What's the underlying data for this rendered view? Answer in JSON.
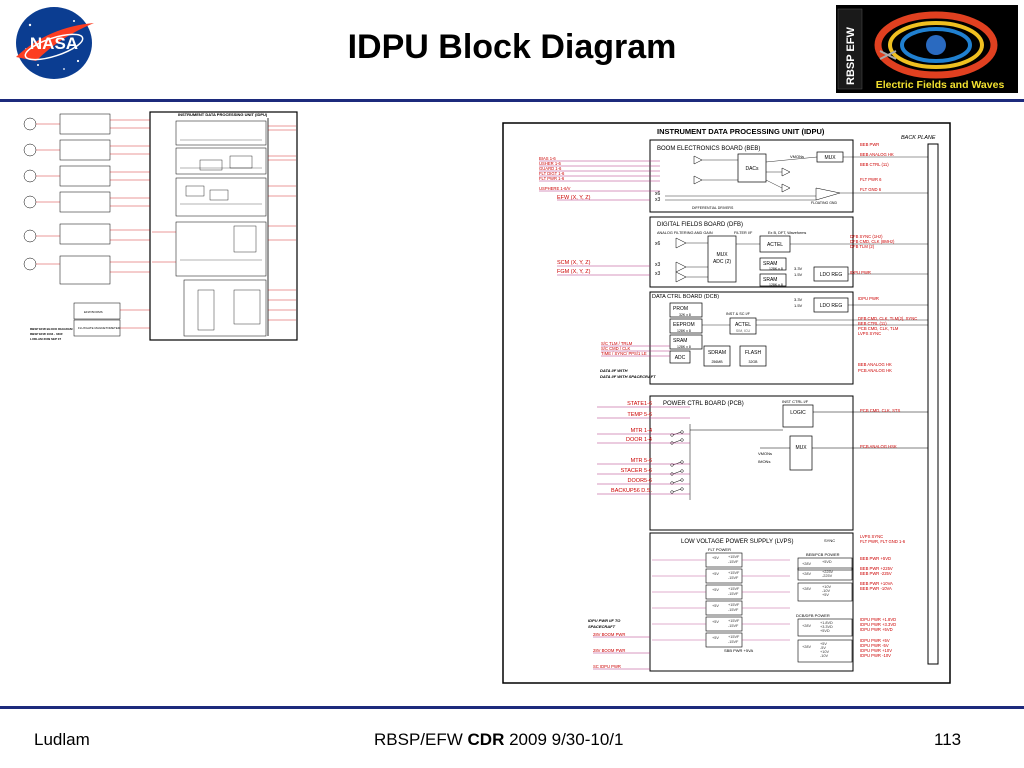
{
  "slide": {
    "title": "IDPU Block Diagram",
    "footer_left": "Ludlam",
    "footer_center_prefix": "RBSP/EFW ",
    "footer_center_bold": "CDR",
    "footer_center_suffix": " 2009 9/30-10/1",
    "page_number": "113"
  },
  "logos": {
    "nasa_text": "NASA",
    "efw_vertical": "RBSP EFW",
    "efw_caption": "Electric Fields and Waves"
  },
  "colors": {
    "rule": "#1c2a7c",
    "signal": "#cc0000",
    "wire": "#b03080",
    "nasa_blue": "#0b3d91",
    "nasa_red": "#fc3d21"
  },
  "diagram": {
    "title": "INSTRUMENT DATA PROCESSING UNIT (IDPU)",
    "back_plane": "BACK PLANE",
    "beb": {
      "title": "BOOM ELECTRONICS BOARD (BEB)",
      "inputs": [
        "BIAS 1-6",
        "USHER 1-6",
        "GUARD 1-6",
        "FLT DIGT 1-6",
        "FLT PWR 1-6",
        "USPHERE 1-6/V"
      ],
      "efw_label": "EFW (X, Y, Z)",
      "dacs": "DACs",
      "mux": "MUX",
      "vmon": "VMONs",
      "x6": "x6",
      "x3": "x3",
      "differential": "DIFFERENTIAL DRIVERS",
      "floating": "FLOATING GND",
      "outputs": [
        "BEB PWR",
        "BEB ANALOG HK",
        "BEB CTRL (11)",
        "FLT PWR 6",
        "FLT GND 6"
      ]
    },
    "dfb": {
      "title": "DIGITAL FIELDS BOARD (DFB)",
      "sub1": "ANALOG FILTERING AND GAIN",
      "sub2": "FILTER I/F",
      "sub3": "Ex B, DFT, Waveforms",
      "mux": "MUX",
      "adc": "ADC (2)",
      "actel": "ACTEL",
      "sram": "SRAM",
      "sram_size": "128K x 8",
      "ldo": "LDO REG",
      "v33": "3.3V",
      "v15": "1.5V",
      "x6": "x6",
      "x3a": "x3",
      "x3b": "x3",
      "scm": "SCM (X, Y, Z)",
      "fgm": "FGM (X, Y, Z)",
      "outputs": [
        "DFB SYNC (1Hz)",
        "DFB CMD, CLK (8MHz)",
        "DFB TLM (2)",
        "IDPU PWR"
      ]
    },
    "dcb": {
      "title": "DATA CTRL BOARD (DCB)",
      "prom": "PROM",
      "prom_size": "32K x 8",
      "eeprom": "EEPROM",
      "eeprom_size": "128K x 8",
      "sram": "SRAM",
      "sram_size": "128K x 8",
      "actel": "ACTEL",
      "actel_sub": "SIM, ICU",
      "adc": "ADC",
      "sdram": "SDRAM",
      "sdram_size": "256MB",
      "flash": "FLASH",
      "flash_size": "32GB",
      "inst": "INST & SC I/F",
      "ldo": "LDO REG",
      "v33": "3.3V",
      "v15": "1.5V",
      "inputs": [
        "S/C TLM / TRLM",
        "S/C CMD / CLK",
        "TIME / SYNC/ PPS/1 LE"
      ],
      "data_if": "DATA I/F WITH SPACECRAFT",
      "outputs": [
        "IDPU PWR",
        "DFB CMD, CLK, TLM(2), SYNC",
        "BEB CTRL (11)",
        "PCB CMD, CLK, TLM",
        "LVPS SYNC",
        "BEB ANALOG HK",
        "PCB ANALOG HK"
      ]
    },
    "pcb": {
      "title": "POWER CTRL BOARD (PCB)",
      "inst": "INST CTRL I/F",
      "logic": "LOGIC",
      "mux": "MUX",
      "vmon": "VMONs",
      "imon": "IMONs",
      "inputs": [
        "STATE1-6",
        "TEMP 5-6",
        "MTR 1-4",
        "DOOR 1-4",
        "MTR 5-6",
        "STACER 5-6",
        "DOOR5-6",
        "BACKUP56 D.S."
      ],
      "outputs": [
        "PCB CMD, CLK, STS",
        "PCB ANALOG HSK"
      ]
    },
    "lvps": {
      "title": "LOW VOLTAGE POWER SUPPLY (LVPS)",
      "sync": "SYNC",
      "flt_power": "FLT POWER",
      "beb_pcb_power": "BEB/PCB POWER",
      "dcb_dfb_power": "DCB/DFB POWER",
      "flt_rows": [
        [
          "+5V",
          "+15VF",
          "-15VF"
        ],
        [
          "+5V",
          "+15VF",
          "-15VF"
        ],
        [
          "+5V",
          "+15VF",
          "-15VF"
        ],
        [
          "+5V",
          "+15VF",
          "-15VF"
        ],
        [
          "+5V",
          "+15VF",
          "-15VF"
        ],
        [
          "+5V",
          "+15VF",
          "-15VF"
        ]
      ],
      "beb_rows": [
        [
          "+28V",
          "+5VD"
        ],
        [
          "+28V",
          "+225V",
          "-225V"
        ],
        [
          "+28V",
          "+10V",
          "-10V",
          "+5V"
        ]
      ],
      "dcb_rows": [
        [
          "+28V",
          "+1.8VD",
          "+3.3VD",
          "+5VD"
        ],
        [
          "+28V",
          "+5V",
          "-5V",
          "+10V",
          "-10V"
        ]
      ],
      "idpu_pwr_if": "IDPU PWR I/F TO SPACECRAFT",
      "inputs": [
        "28V BOOM PWR",
        "28V BOOM PWR",
        "SC IDPU PWR"
      ],
      "sc_pwr": "SBB PWR +5VA",
      "outputs": [
        "LVPS SYNC",
        "FLT PWR, FLT GND 1-6",
        "BEB PWR +5VD",
        "BEB PWR +225V",
        "BEB PWR -225V",
        "BEB PWR +10VA",
        "BEB PWR -10VA",
        "IDPU PWR +1.8VD",
        "IDPU PWR +3.3VD",
        "IDPU PWR +5VD",
        "IDPU PWR +5V",
        "IDPU PWR -5V",
        "IDPU PWR +10V",
        "IDPU PWR -10V"
      ]
    },
    "overview": {
      "title": "INSTRUMENT DATA PROCESSING UNIT (IDPU)",
      "legend_1": "RBSP EFW BLOCK DIAGRAM",
      "legend_2": "RBSP EFW 1004 - 040F",
      "legend_3": "LUDLAM 2009 SEP 07",
      "efw_box": "EFW BOOMS",
      "field_box": "FLUXGATE MAGNETOMETER"
    }
  }
}
